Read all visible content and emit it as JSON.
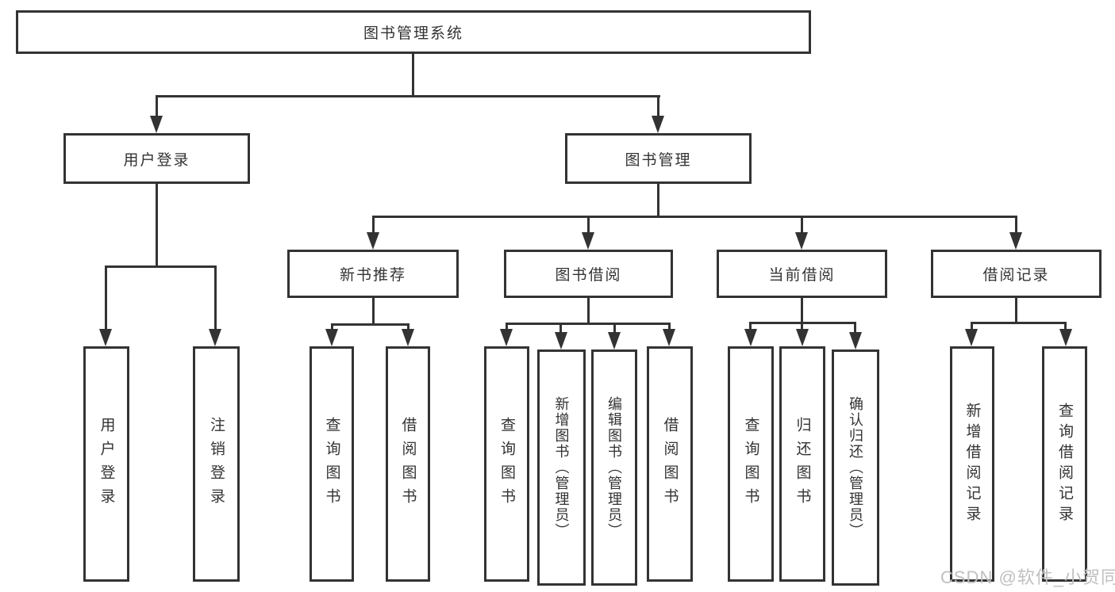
{
  "tree": {
    "root": "图书管理系统",
    "children": [
      {
        "label": "用户登录",
        "children": [
          {
            "label": "用户登录"
          },
          {
            "label": "注销登录"
          }
        ]
      },
      {
        "label": "图书管理",
        "children": [
          {
            "label": "新书推荐",
            "children": [
              {
                "label": "查询图书"
              },
              {
                "label": "借阅图书"
              }
            ]
          },
          {
            "label": "图书借阅",
            "children": [
              {
                "label": "查询图书"
              },
              {
                "label": "新增图书（管理员）"
              },
              {
                "label": "编辑图书（管理员）"
              },
              {
                "label": "借阅图书"
              }
            ]
          },
          {
            "label": "当前借阅",
            "children": [
              {
                "label": "查询图书"
              },
              {
                "label": "归还图书"
              },
              {
                "label": "确认归还（管理员）"
              }
            ]
          },
          {
            "label": "借阅记录",
            "children": [
              {
                "label": "新增借阅记录"
              },
              {
                "label": "查询借阅记录"
              }
            ]
          }
        ]
      }
    ]
  },
  "watermark": {
    "text": "CSDN @软件_小贺同学"
  },
  "colors": {
    "line": "#333333",
    "text": "#333333",
    "watermark": "#c0c0c0",
    "background": "#ffffff"
  }
}
